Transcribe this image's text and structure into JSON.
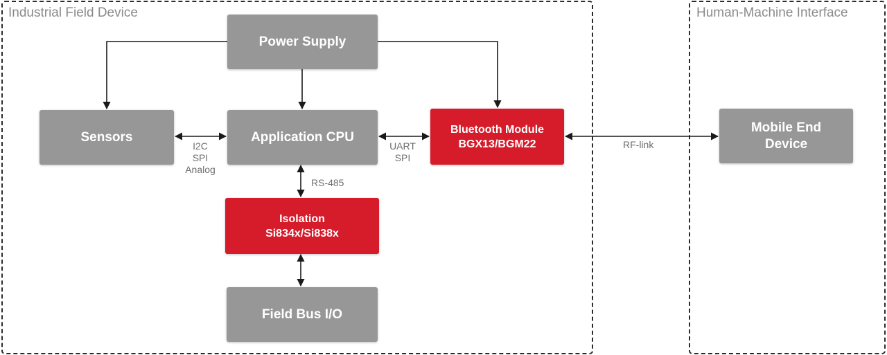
{
  "groups": {
    "field_device": "Industrial Field Device",
    "hmi": "Human-Machine Interface"
  },
  "blocks": {
    "power_supply": "Power Supply",
    "sensors": "Sensors",
    "app_cpu": "Application CPU",
    "bt_line1": "Bluetooth Module",
    "bt_line2": "BGX13/BGM22",
    "iso_line1": "Isolation",
    "iso_line2": "Si834x/Si838x",
    "field_bus": "Field Bus I/O",
    "mobile_line1": "Mobile End",
    "mobile_line2": "Device"
  },
  "links": {
    "sensor_1": "I2C",
    "sensor_2": "SPI",
    "sensor_3": "Analog",
    "cpu_bt_1": "UART",
    "cpu_bt_2": "SPI",
    "rs485": "RS-485",
    "rf": "RF-link"
  },
  "colors": {
    "gray_block": "#979797",
    "red_block": "#d61c2b",
    "line": "#1a1a1a"
  }
}
